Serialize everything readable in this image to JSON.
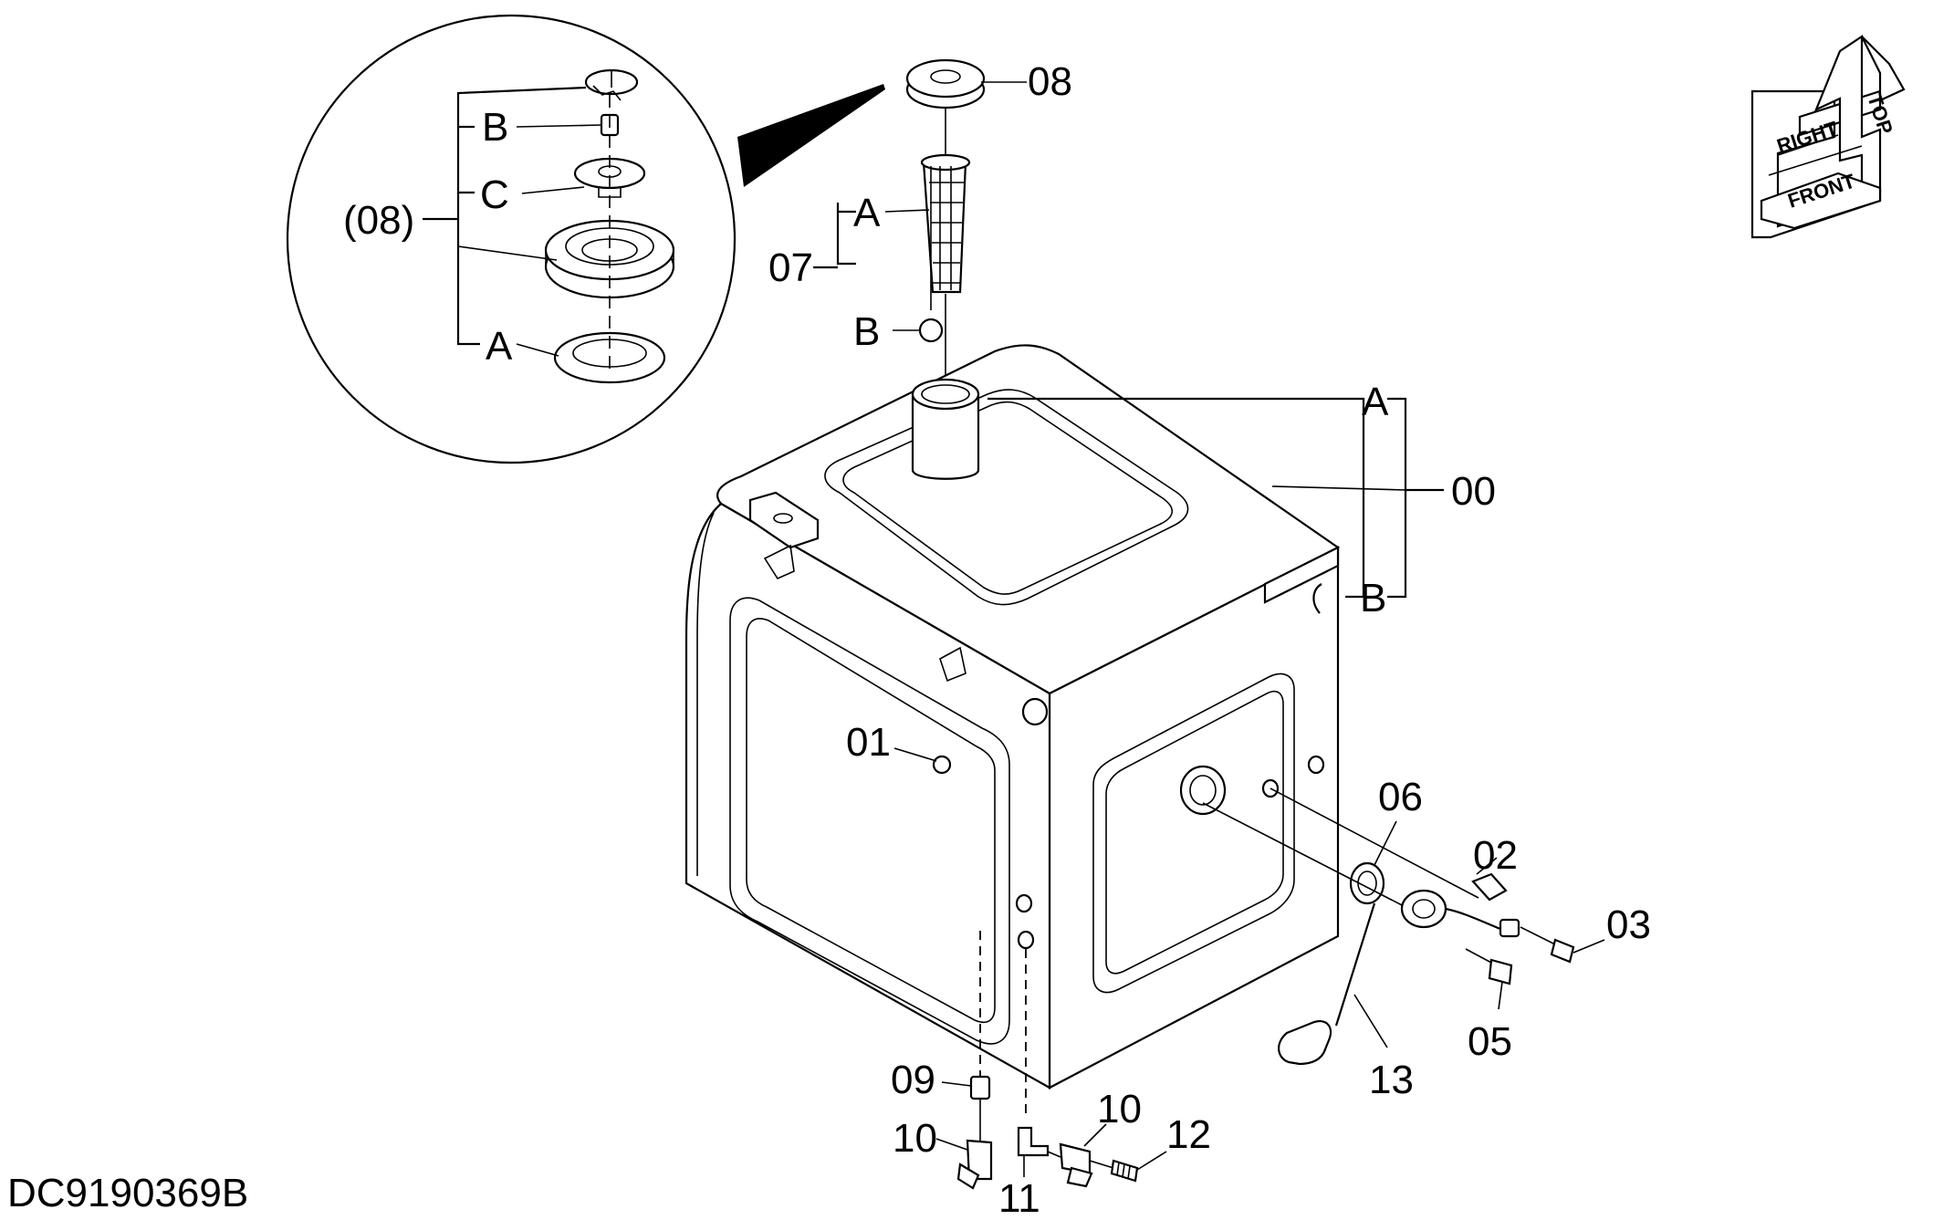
{
  "drawing_id": "DC9190369B",
  "callouts": {
    "c00": "00",
    "c01": "01",
    "c02": "02",
    "c03": "03",
    "c05": "05",
    "c06": "06",
    "c07": "07",
    "c08": "08",
    "c08p": "(08)",
    "c09": "09",
    "c10a": "10",
    "c10b": "10",
    "c11": "11",
    "c12": "12",
    "c13": "13"
  },
  "sub_labels": {
    "d_b": "B",
    "d_c": "C",
    "d_a": "A",
    "s07_a": "A",
    "s07_b": "B",
    "s00_a": "A",
    "s00_b": "B"
  },
  "orientation": {
    "right": "RIGHT",
    "front": "FRONT",
    "top": "TOP"
  }
}
